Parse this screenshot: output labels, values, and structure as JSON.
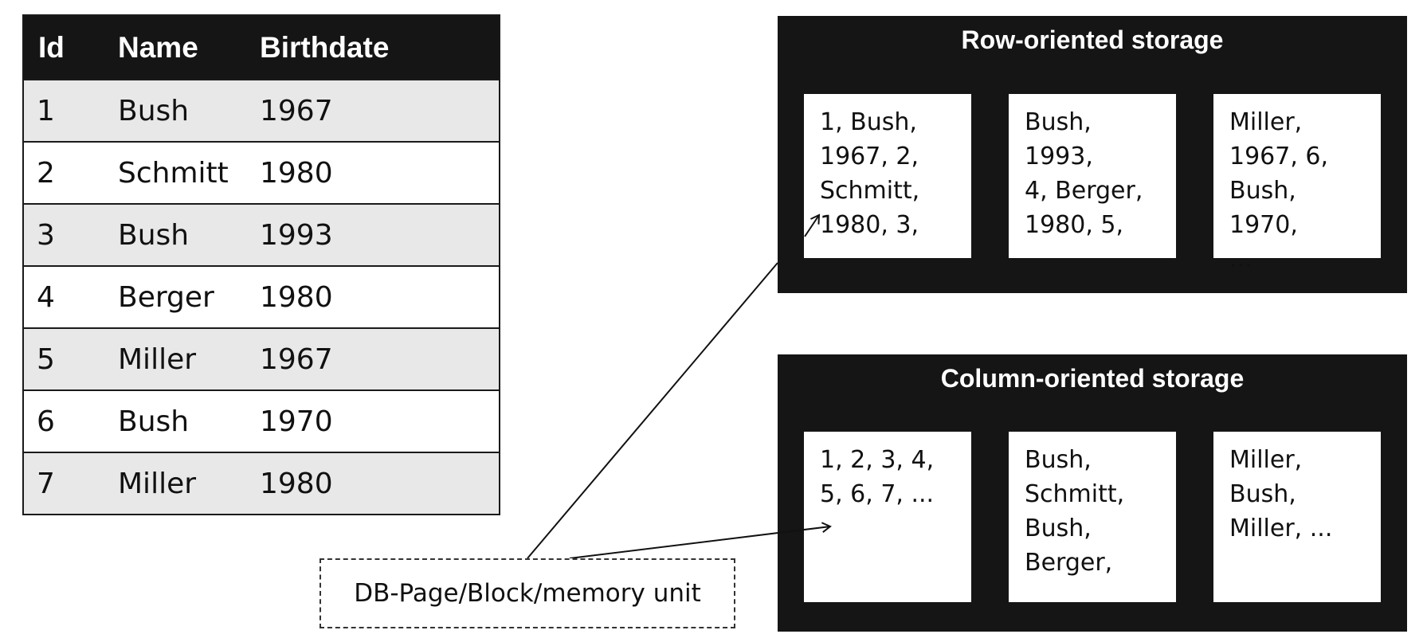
{
  "table": {
    "headers": [
      "Id",
      "Name",
      "Birthdate"
    ],
    "rows": [
      {
        "id": "1",
        "name": "Bush",
        "birthdate": "1967"
      },
      {
        "id": "2",
        "name": "Schmitt",
        "birthdate": "1980"
      },
      {
        "id": "3",
        "name": "Bush",
        "birthdate": "1993"
      },
      {
        "id": "4",
        "name": "Berger",
        "birthdate": "1980"
      },
      {
        "id": "5",
        "name": "Miller",
        "birthdate": "1967"
      },
      {
        "id": "6",
        "name": "Bush",
        "birthdate": "1970"
      },
      {
        "id": "7",
        "name": "Miller",
        "birthdate": "1980"
      }
    ]
  },
  "row_storage": {
    "title": "Row-oriented storage",
    "blocks": [
      "1, Bush,\n1967, 2,\nSchmitt,\n1980, 3,",
      "Bush, 1993,\n4, Berger,\n1980, 5,",
      "Miller,\n1967, 6,\nBush, 1970,\n..."
    ]
  },
  "column_storage": {
    "title": "Column-oriented storage",
    "blocks": [
      "1, 2, 3, 4,\n5, 6, 7, ...",
      "Bush,\nSchmitt,\nBush,\nBerger,",
      "Miller,\nBush,\nMiller, ..."
    ]
  },
  "label": {
    "text": "DB-Page/Block/memory unit"
  }
}
